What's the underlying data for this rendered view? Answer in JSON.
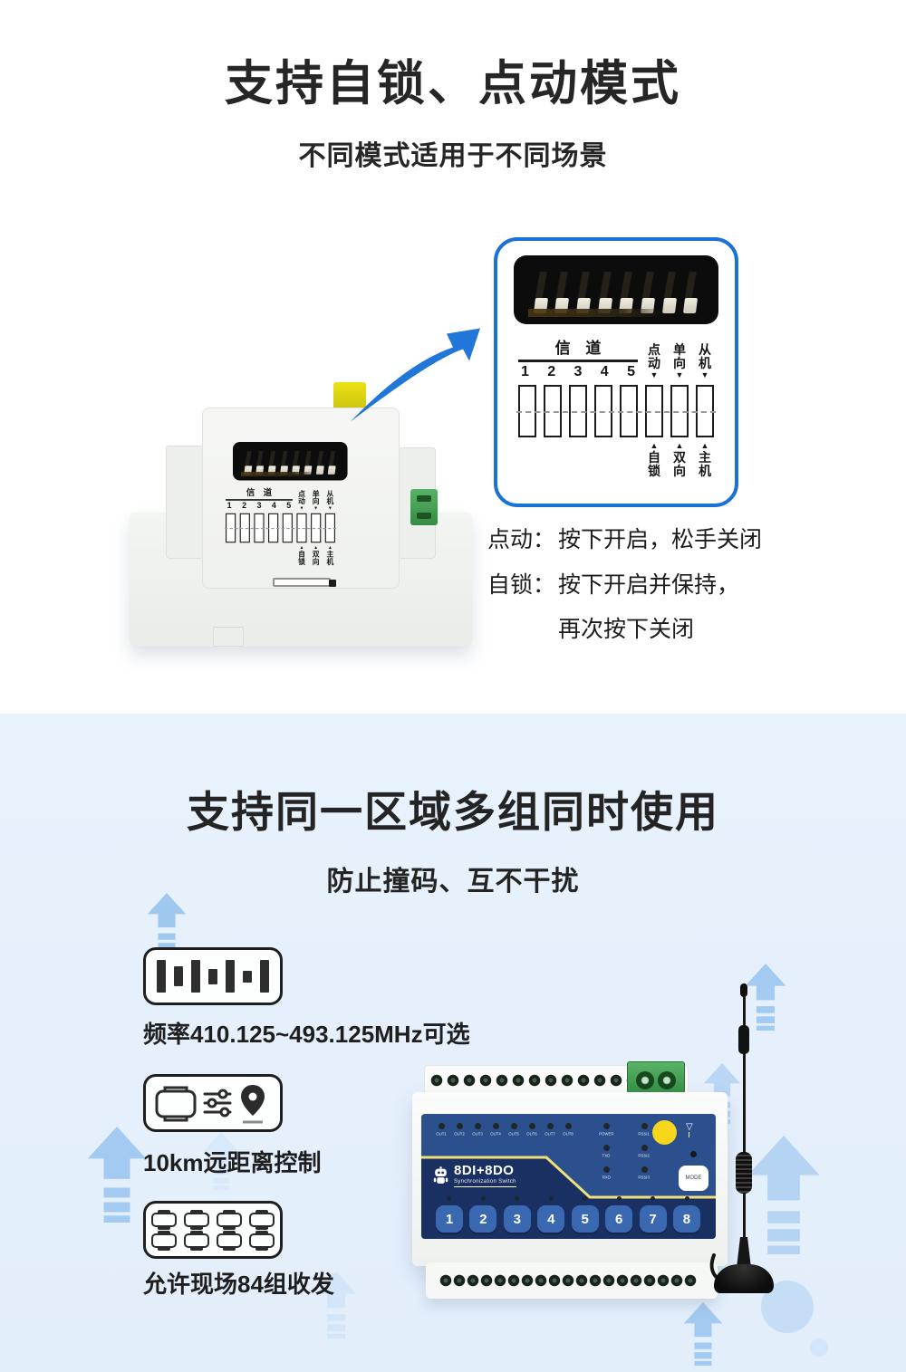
{
  "colors": {
    "accent_blue": "#1a73d4",
    "swoosh_blue": "#2176d9",
    "section2_bg": "#e6f1fc",
    "panel_blue": "#2c4f8e",
    "panel_navy": "#1a3063",
    "panel_yellow_line": "#efe07a",
    "key_blue": "#3a69b2",
    "yellow_button": "#f6d71c",
    "green_terminal": "#3d9a4b",
    "fade_arrow": "#a3caf0"
  },
  "section1": {
    "title": "支持自锁、点动模式",
    "subtitle": "不同模式适用于不同场景",
    "dip": {
      "channel_label": "信 道",
      "channels": [
        "1",
        "2",
        "3",
        "4",
        "5"
      ],
      "modes_top": [
        "点动",
        "单向",
        "从机"
      ],
      "modes_bottom": [
        "自锁",
        "双向",
        "主机"
      ],
      "down_marker": "▼",
      "up_marker": "▲",
      "switch_count": 8
    },
    "notes": [
      {
        "term": "点动：",
        "desc": "按下开启，松手关闭"
      },
      {
        "term": "自锁：",
        "desc": "按下开启并保持，"
      },
      {
        "term": "",
        "desc": "再次按下关闭"
      }
    ]
  },
  "section2": {
    "title": "支持同一区域多组同时使用",
    "subtitle": "防止撞码、互不干扰",
    "features": [
      {
        "icon": "signal-bars-icon",
        "label": "频率410.125~493.125MHz可选"
      },
      {
        "icon": "remote-distance-icon",
        "label": "10km远距离控制"
      },
      {
        "icon": "group-grid-icon",
        "label": "允许现场84组收发"
      }
    ],
    "device": {
      "logo": "8DI+8DO",
      "logo_sub": "Synchronization Switch",
      "outs": [
        "OUT1",
        "OUT2",
        "OUT3",
        "OUT4",
        "OUT5",
        "OUT6",
        "OUT7",
        "OUT8"
      ],
      "status_rows": [
        {
          "left": "POWER",
          "right": "RSSI1"
        },
        {
          "left": "TXD",
          "right": "RSSI2"
        },
        {
          "left": "RXD",
          "right": "RSSI3"
        }
      ],
      "keys": [
        "1",
        "2",
        "3",
        "4",
        "5",
        "6",
        "7",
        "8"
      ],
      "mode_label": "MODE",
      "antenna_mark": "▽"
    }
  }
}
